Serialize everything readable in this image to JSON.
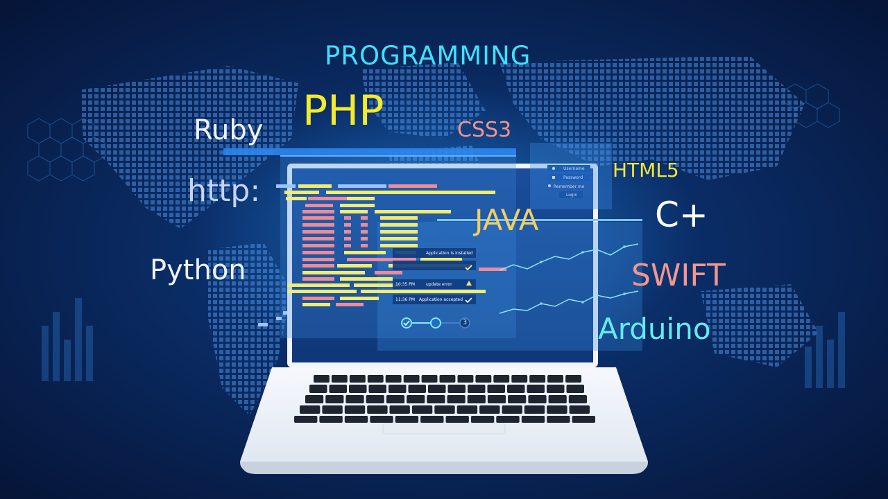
{
  "words": {
    "programming": "PROGRAMMING",
    "php": "PHP",
    "ruby": "Ruby",
    "css3": "CSS3",
    "html5": "HTML5",
    "http": "http:",
    "java": "JAVA",
    "cplus": "C+",
    "python": "Python",
    "swift": "SWIFT",
    "arduino": "Arduino"
  },
  "login_panel": {
    "username": "Username",
    "password": "Password",
    "remember": "Remember me",
    "button": "Login"
  },
  "notifications": [
    {
      "time": "",
      "text": "Application is installed"
    },
    {
      "time": "",
      "text": ""
    },
    {
      "time": "10:35 PM",
      "text": "update error"
    },
    {
      "time": "11:36 PM",
      "text": "Application accepted"
    }
  ],
  "stepper": {
    "step1": "",
    "step2": "",
    "step3": "3"
  },
  "colors": {
    "accent_cyan": "#3fe0ff",
    "php_yellow": "#f4ea2c",
    "code_pink": "#f08a95",
    "code_yellow": "#f4ec6c",
    "code_blue": "#9ec4ff"
  }
}
